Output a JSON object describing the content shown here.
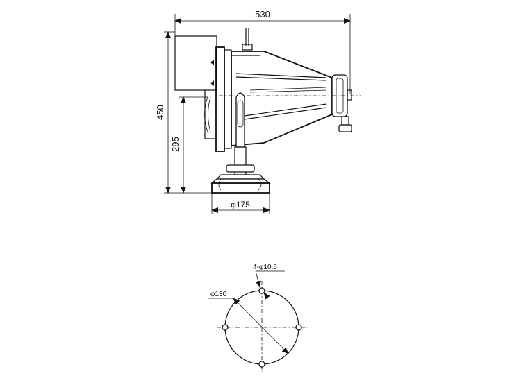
{
  "dimensions": {
    "overall_length": "530",
    "overall_height": "450",
    "pivot_height": "295",
    "base_diameter": "φ175"
  },
  "bolt_pattern": {
    "hole_spec": "4-φ10.5",
    "pcd": "φ130"
  }
}
